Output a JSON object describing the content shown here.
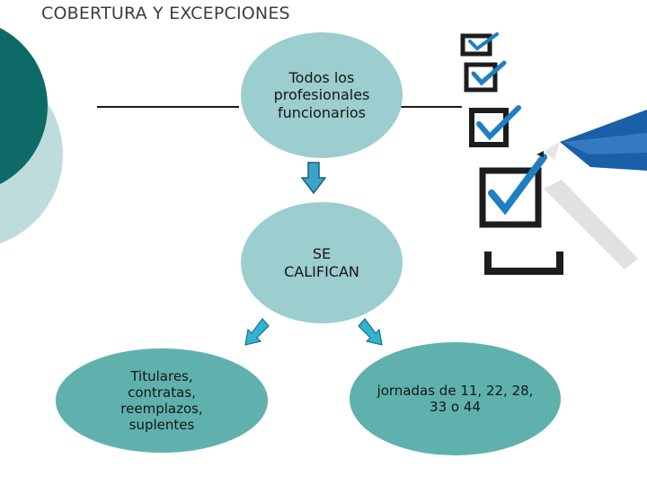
{
  "title": "COBERTURA Y EXCEPCIONES",
  "nodes": {
    "top": "Todos los profesionales funcionarios",
    "middle": "SE CALIFICAN",
    "bottom_left": "Titulares, contratas, reemplazos, suplentes",
    "bottom_right": "jornadas de 11, 22, 28, 33 o 44"
  },
  "colors": {
    "deco_dark": "#0e6a66",
    "deco_light": "#bfdcdc",
    "node_light": "#9ccdcf",
    "node_dark": "#5fb1ad",
    "arrow_down": "#3aa3c8",
    "arrow_diag": "#2fb5cf",
    "check_mark": "#1f7fc2",
    "pen_body": "#1b5fa8"
  },
  "icons": [
    "checklist-pen-icon",
    "arrow-down-icon",
    "arrow-down-left-icon",
    "arrow-down-right-icon"
  ]
}
